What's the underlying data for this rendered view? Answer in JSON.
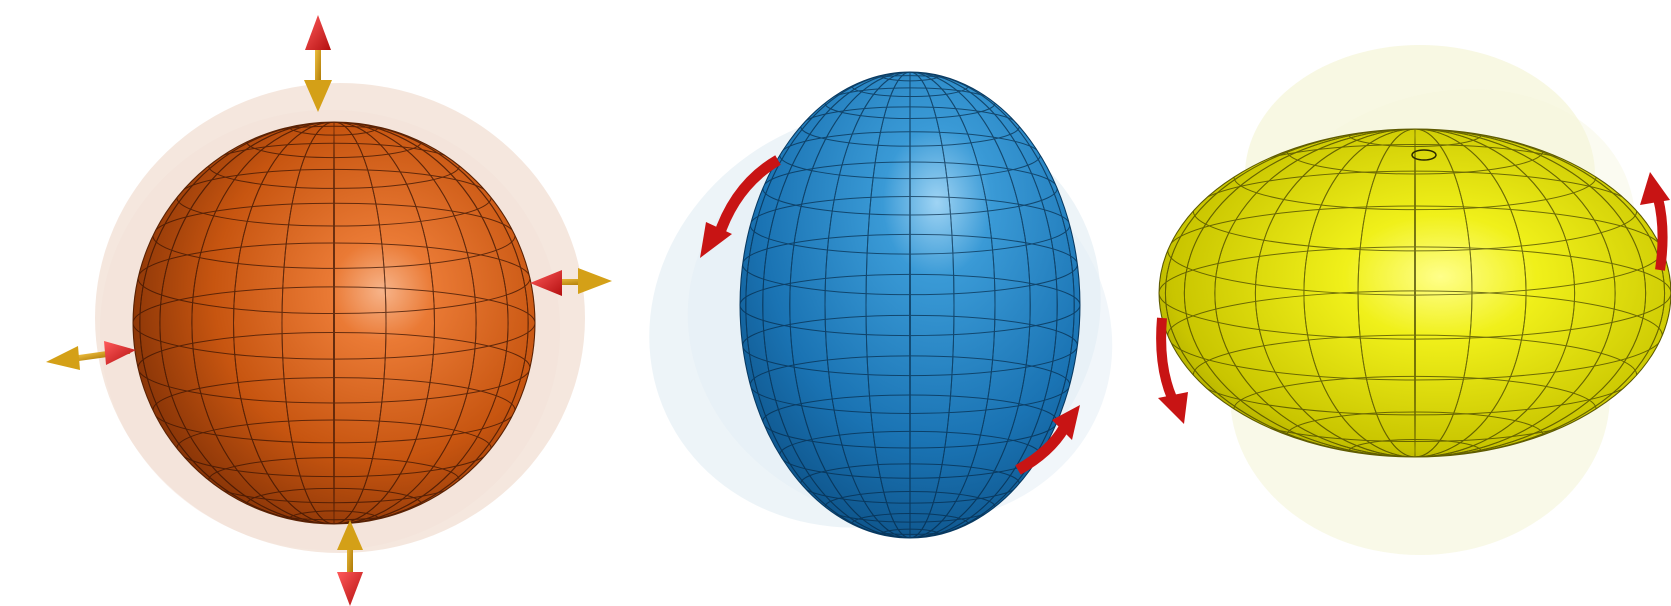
{
  "figure": {
    "panels": [
      {
        "id": "sphere",
        "shape": "sphere",
        "color": "#c85a12",
        "arrow_style": "double-headed straight",
        "arrow_colors": [
          "#cc1111",
          "#d4a017"
        ],
        "arrows": [
          "top",
          "right",
          "bottom",
          "left"
        ]
      },
      {
        "id": "prolate-spheroid",
        "shape": "prolate spheroid",
        "color": "#1f77b4",
        "arrow_style": "curved rotation",
        "arrow_colors": [
          "#cc1111"
        ],
        "arrows": [
          "upper-left",
          "lower-right"
        ]
      },
      {
        "id": "oblate-spheroid",
        "shape": "oblate spheroid",
        "color": "#d8d800",
        "arrow_style": "curved rotation",
        "arrow_colors": [
          "#cc1111"
        ],
        "arrows": [
          "left",
          "right"
        ]
      }
    ]
  }
}
